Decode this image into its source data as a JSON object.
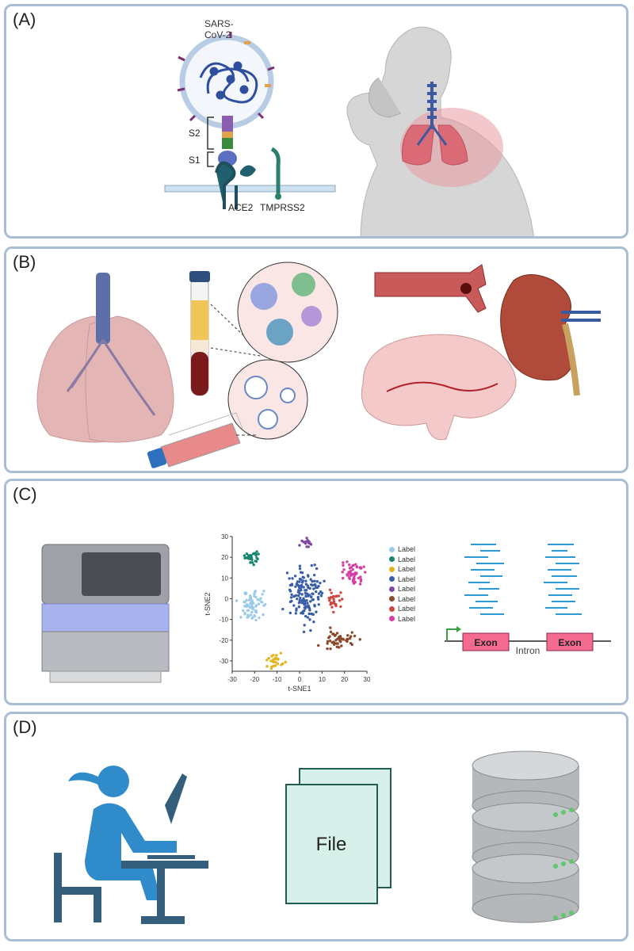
{
  "panels": {
    "a": {
      "label": "(A)",
      "virus_label": "SARS-\nCoV-2",
      "virus_line1": "SARS-",
      "virus_line2": "CoV-2",
      "s2_label": "S2",
      "s1_label": "S1",
      "ace2_label": "ACE2",
      "tmprss2_label": "TMPRSS2"
    },
    "b": {
      "label": "(B)"
    },
    "c": {
      "label": "(C)",
      "exon1_label": "Exon",
      "exon2_label": "Exon",
      "intron_label": "Intron"
    },
    "d": {
      "label": "(D)",
      "file_label": "File"
    }
  },
  "chart_data": {
    "type": "scatter",
    "xlabel": "t-SNE1",
    "ylabel": "t-SNE2",
    "xlim": [
      -30,
      30
    ],
    "ylim": [
      -35,
      30
    ],
    "x_ticks": [
      -30,
      -20,
      -10,
      0,
      10,
      20,
      30
    ],
    "y_ticks": [
      -30,
      -20,
      -10,
      0,
      10,
      20,
      30
    ],
    "legend_position": "right",
    "series": [
      {
        "name": "Label",
        "color": "#9ccbea",
        "center": [
          -20,
          -3
        ],
        "spread": [
          5,
          6
        ],
        "n": 70
      },
      {
        "name": "Label",
        "color": "#16856f",
        "center": [
          -21,
          20
        ],
        "spread": [
          3.5,
          3
        ],
        "n": 28
      },
      {
        "name": "Label",
        "color": "#e3b31d",
        "center": [
          -11,
          -30
        ],
        "spread": [
          3.5,
          3
        ],
        "n": 26
      },
      {
        "name": "Label",
        "color": "#3a5fa8",
        "center": [
          3,
          2
        ],
        "spread": [
          7,
          11
        ],
        "n": 150
      },
      {
        "name": "Label",
        "color": "#7f4aa0",
        "center": [
          3,
          27
        ],
        "spread": [
          3,
          2.5
        ],
        "n": 16
      },
      {
        "name": "Label",
        "color": "#8a4a2c",
        "center": [
          18,
          -20
        ],
        "spread": [
          7,
          3.5
        ],
        "n": 50
      },
      {
        "name": "Label",
        "color": "#cc4a44",
        "center": [
          16,
          -1
        ],
        "spread": [
          3,
          4
        ],
        "n": 30
      },
      {
        "name": "Label",
        "color": "#d43fa3",
        "center": [
          24,
          12
        ],
        "spread": [
          4,
          5
        ],
        "n": 55
      }
    ]
  }
}
